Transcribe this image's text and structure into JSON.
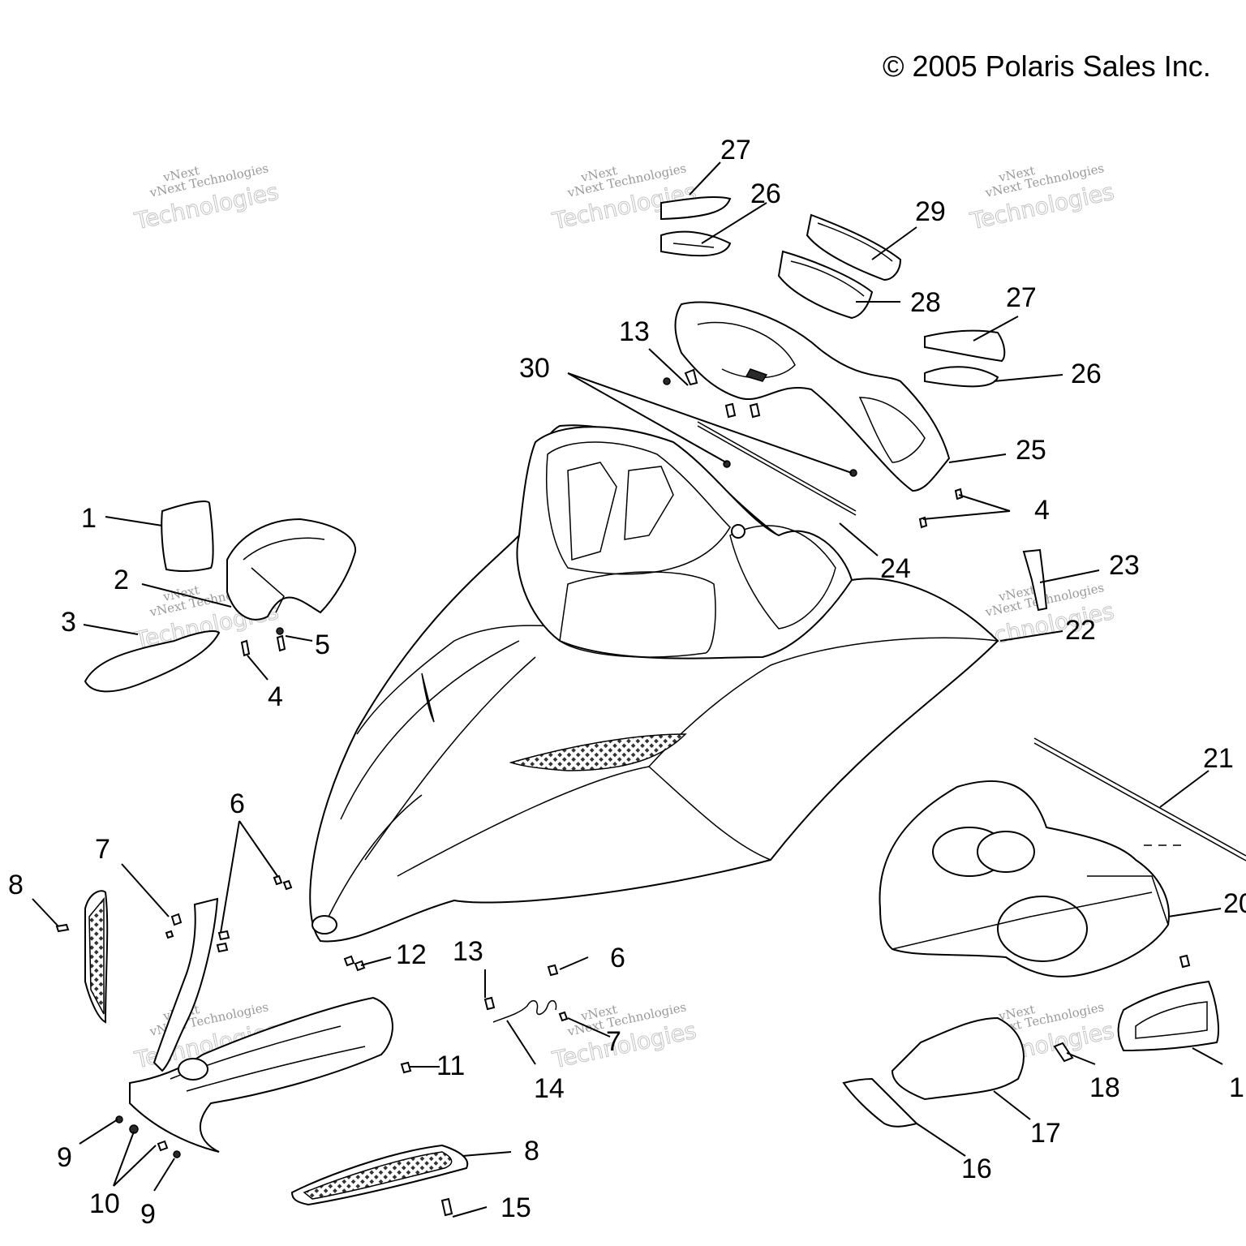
{
  "copyright": "© 2005 Polaris Sales Inc.",
  "watermark": {
    "line1": "vNext Technologies",
    "line2": "Technologies",
    "line3": "vNext"
  },
  "callouts": [
    {
      "id": "c27a",
      "label": "27"
    },
    {
      "id": "c26a",
      "label": "26"
    },
    {
      "id": "c29",
      "label": "29"
    },
    {
      "id": "c28",
      "label": "28"
    },
    {
      "id": "c27b",
      "label": "27"
    },
    {
      "id": "c13a",
      "label": "13"
    },
    {
      "id": "c30",
      "label": "30"
    },
    {
      "id": "c26b",
      "label": "26"
    },
    {
      "id": "c25",
      "label": "25"
    },
    {
      "id": "c4a",
      "label": "4"
    },
    {
      "id": "c1",
      "label": "1"
    },
    {
      "id": "c24",
      "label": "24"
    },
    {
      "id": "c23",
      "label": "23"
    },
    {
      "id": "c2",
      "label": "2"
    },
    {
      "id": "c3",
      "label": "3"
    },
    {
      "id": "c5",
      "label": "5"
    },
    {
      "id": "c22",
      "label": "22"
    },
    {
      "id": "c4b",
      "label": "4"
    },
    {
      "id": "c21",
      "label": "21"
    },
    {
      "id": "c6a",
      "label": "6"
    },
    {
      "id": "c7a",
      "label": "7"
    },
    {
      "id": "c8a",
      "label": "8"
    },
    {
      "id": "c20",
      "label": "20"
    },
    {
      "id": "c12",
      "label": "12"
    },
    {
      "id": "c13b",
      "label": "13"
    },
    {
      "id": "c6b",
      "label": "6"
    },
    {
      "id": "c7b",
      "label": "7"
    },
    {
      "id": "c11",
      "label": "11"
    },
    {
      "id": "c14",
      "label": "14"
    },
    {
      "id": "c18",
      "label": "18"
    },
    {
      "id": "c19",
      "label": "1"
    },
    {
      "id": "c17",
      "label": "17"
    },
    {
      "id": "c9a",
      "label": "9"
    },
    {
      "id": "c8b",
      "label": "8"
    },
    {
      "id": "c10",
      "label": "10"
    },
    {
      "id": "c16",
      "label": "16"
    },
    {
      "id": "c9b",
      "label": "9"
    },
    {
      "id": "c15",
      "label": "15"
    }
  ]
}
